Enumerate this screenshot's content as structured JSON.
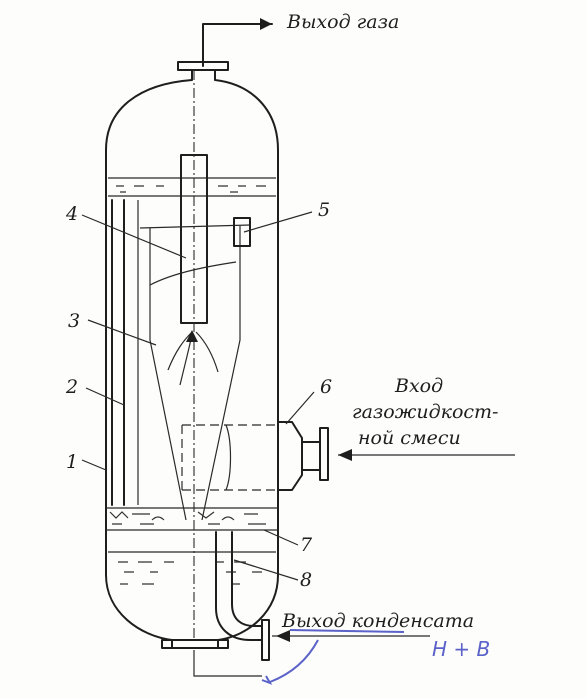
{
  "labels": {
    "gas_outlet": "Выход газа",
    "inlet_line1": "Вход",
    "inlet_line2": "газожидкост-",
    "inlet_line3": "ной смеси",
    "condensate_outlet": "Выход конденсата",
    "handwritten": "Н + В"
  },
  "numbers": [
    "1",
    "2",
    "3",
    "4",
    "5",
    "6",
    "7",
    "8"
  ],
  "colors": {
    "ink": "#1e1e1e",
    "handwriting": "#5b63c9"
  }
}
